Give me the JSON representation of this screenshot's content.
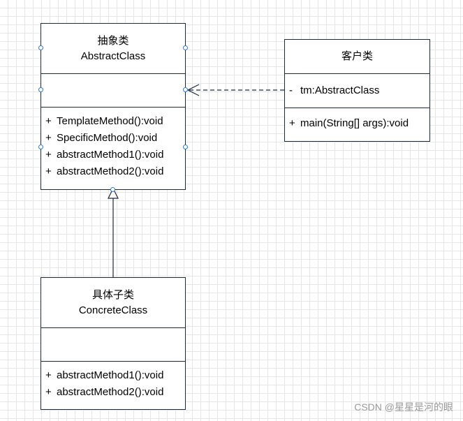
{
  "abstract_class": {
    "name_cn": "抽象类",
    "name_en": "AbstractClass",
    "methods": [
      {
        "vis": "+",
        "sig": "TemplateMethod():void"
      },
      {
        "vis": "+",
        "sig": "SpecificMethod():void"
      },
      {
        "vis": "+",
        "sig": "abstractMethod1():void"
      },
      {
        "vis": "+",
        "sig": "abstractMethod2():void"
      }
    ]
  },
  "client_class": {
    "name_cn": "客户类",
    "attributes": [
      {
        "vis": "-",
        "sig": "tm:AbstractClass"
      }
    ],
    "methods": [
      {
        "vis": "+",
        "sig": "main(String[] args):void"
      }
    ]
  },
  "concrete_class": {
    "name_cn": "具体子类",
    "name_en": "ConcreteClass",
    "methods": [
      {
        "vis": "+",
        "sig": "abstractMethod1():void"
      },
      {
        "vis": "+",
        "sig": "abstractMethod2():void"
      }
    ]
  },
  "watermark": "CSDN @星星是河的眼",
  "colors": {
    "border": "#1f2937",
    "grid": "#e6e6e6",
    "selection_handle": "#2d7cdb"
  }
}
